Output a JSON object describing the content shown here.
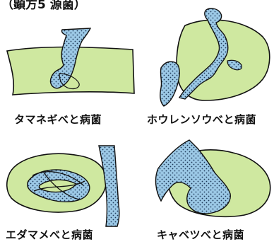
{
  "header": {
    "title": "（顕方5 源菌）"
  },
  "panels": [
    {
      "id": "tl",
      "caption": "タマネギべと病菌"
    },
    {
      "id": "tr",
      "caption": "ホウレンソウべと病菌"
    },
    {
      "id": "bl",
      "caption": "エダマメべと病菌"
    },
    {
      "id": "br",
      "caption": "キャベツべと病菌"
    }
  ],
  "colors": {
    "leaf": "#cfe8a0",
    "fungus": "#9cc9e6",
    "outline": "#111111",
    "dot": "#1f3a5a"
  }
}
